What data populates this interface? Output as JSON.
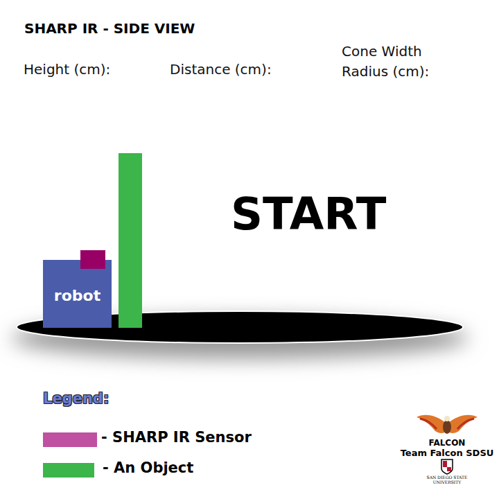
{
  "diagram": {
    "title": "SHARP IR - SIDE VIEW",
    "nodes": [
      {
        "text": [
          "robot"
        ]
      }
    ],
    "labels": [
      "Height (cm):",
      "Distance (cm):",
      "Cone Width Radius (cm):",
      "START",
      "Legend:",
      "FALCON",
      "Team Falcon SDSU",
      "SAN DIEGO STATE UNIVERSITY"
    ],
    "legend": [
      {
        "text": "- SHARP IR Sensor",
        "color": "#c050a0"
      },
      {
        "text": "- An Object",
        "color": "#3cb54a"
      }
    ]
  }
}
